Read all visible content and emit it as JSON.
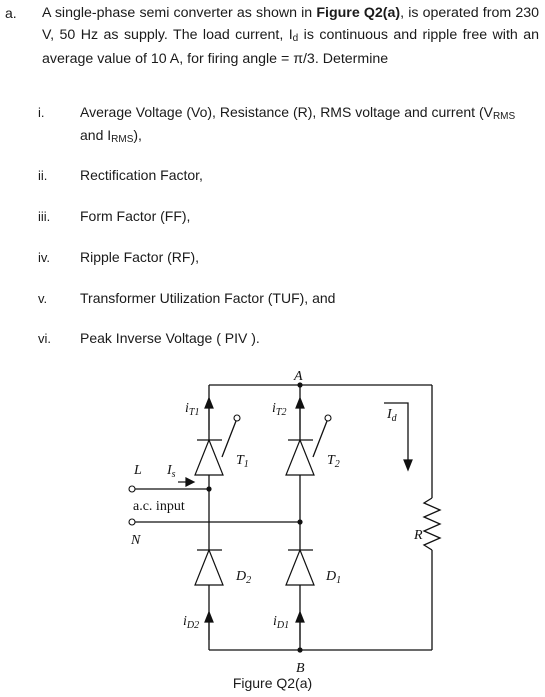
{
  "question": {
    "label": "a.",
    "intro_pre": "A single-phase semi converter as shown in ",
    "intro_bold": "Figure Q2(a)",
    "intro_post": ", is operated from 230 V, 50 Hz as supply. The load current, I",
    "intro_sub": "d",
    "intro_end": " is continuous and ripple free with an average value of 10 A, for firing angle = π/3. Determine",
    "items": [
      {
        "num": "i.",
        "text_a": "Average Voltage (Vo), Resistance (R), RMS voltage and current (V",
        "sub1": "RMS",
        "text_b": " and I",
        "sub2": "RMS",
        "text_c": "),"
      },
      {
        "num": "ii.",
        "text": "Rectification Factor,"
      },
      {
        "num": "iii.",
        "text": "Form Factor (FF),"
      },
      {
        "num": "iv.",
        "text": "Ripple Factor (RF),"
      },
      {
        "num": "v.",
        "text": "Transformer Utilization Factor (TUF), and"
      },
      {
        "num": "vi.",
        "text": "Peak Inverse Voltage ( PIV )."
      }
    ]
  },
  "figure": {
    "caption": "Figure Q2(a)",
    "node_top": "A",
    "node_bottom": "B",
    "line_L": "L",
    "line_N": "N",
    "current_s": "I",
    "current_s_sub": "s",
    "ac_input": "a.c. input",
    "thyristor1": "T",
    "thyristor1_sub": "1",
    "thyristor2": "T",
    "thyristor2_sub": "2",
    "diode2": "D",
    "diode2_sub": "2",
    "diode1": "D",
    "diode1_sub": "1",
    "i_T1": "i",
    "i_T1_sub": "T1",
    "i_T2": "i",
    "i_T2_sub": "T2",
    "i_D2": "i",
    "i_D2_sub": "D2",
    "i_D1": "i",
    "i_D1_sub": "D1",
    "load_current": "I",
    "load_current_sub": "d",
    "resistor": "R"
  }
}
